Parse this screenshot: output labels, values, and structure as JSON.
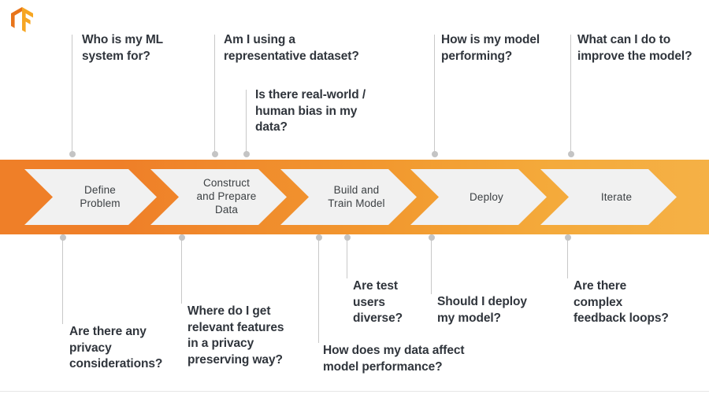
{
  "brand": {
    "logo_icon": "tensorflow-logo-icon",
    "logo_color_light": "#f6a623",
    "logo_color_dark": "#e8741a"
  },
  "theme": {
    "band_orange_start": "#ef7f28",
    "band_orange_end": "#f5b146",
    "chevron_fill": "#f1f1f1",
    "text_dark": "#30353c",
    "chevron_label": "#3c4043",
    "connector_line": "#c8c8c8",
    "connector_dot": "#c4c4c4"
  },
  "pipeline": {
    "stages": [
      {
        "label": "Define\nProblem"
      },
      {
        "label": "Construct\nand Prepare\nData"
      },
      {
        "label": "Build and\nTrain Model"
      },
      {
        "label": "Deploy"
      },
      {
        "label": "Iterate"
      }
    ]
  },
  "questions_above": [
    {
      "text": "Who is my ML\nsystem for?"
    },
    {
      "text": "Am I using a\nrepresentative dataset?"
    },
    {
      "text": "Is there real-world /\nhuman bias in my\ndata?"
    },
    {
      "text": "How is my model\nperforming?"
    },
    {
      "text": "What can I do to\nimprove the model?"
    }
  ],
  "questions_below": [
    {
      "text": "Are there any\nprivacy\nconsiderations?"
    },
    {
      "text": "Where do I get\nrelevant features\nin a privacy\npreserving way?"
    },
    {
      "text": "How does my data affect\nmodel performance?"
    },
    {
      "text": "Are test\nusers\ndiverse?"
    },
    {
      "text": "Should I deploy\nmy model?"
    },
    {
      "text": "Are there\ncomplex\nfeedback loops?"
    }
  ]
}
